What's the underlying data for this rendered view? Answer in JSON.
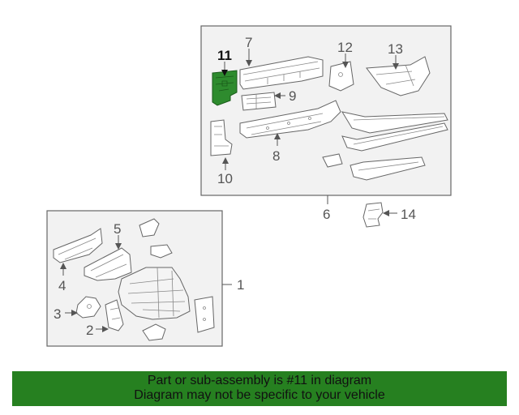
{
  "callouts": {
    "c1": "1",
    "c2": "2",
    "c3": "3",
    "c4": "4",
    "c5": "5",
    "c6": "6",
    "c7": "7",
    "c8": "8",
    "c9": "9",
    "c10": "10",
    "c11": "11",
    "c12": "12",
    "c13": "13",
    "c14": "14"
  },
  "highlight": {
    "part": "11",
    "color": "#2e8b2e"
  },
  "banner": {
    "line1": "Part or sub-assembly is #11 in diagram",
    "line2": "Diagram may not be specific to your vehicle",
    "color": "#268020"
  }
}
